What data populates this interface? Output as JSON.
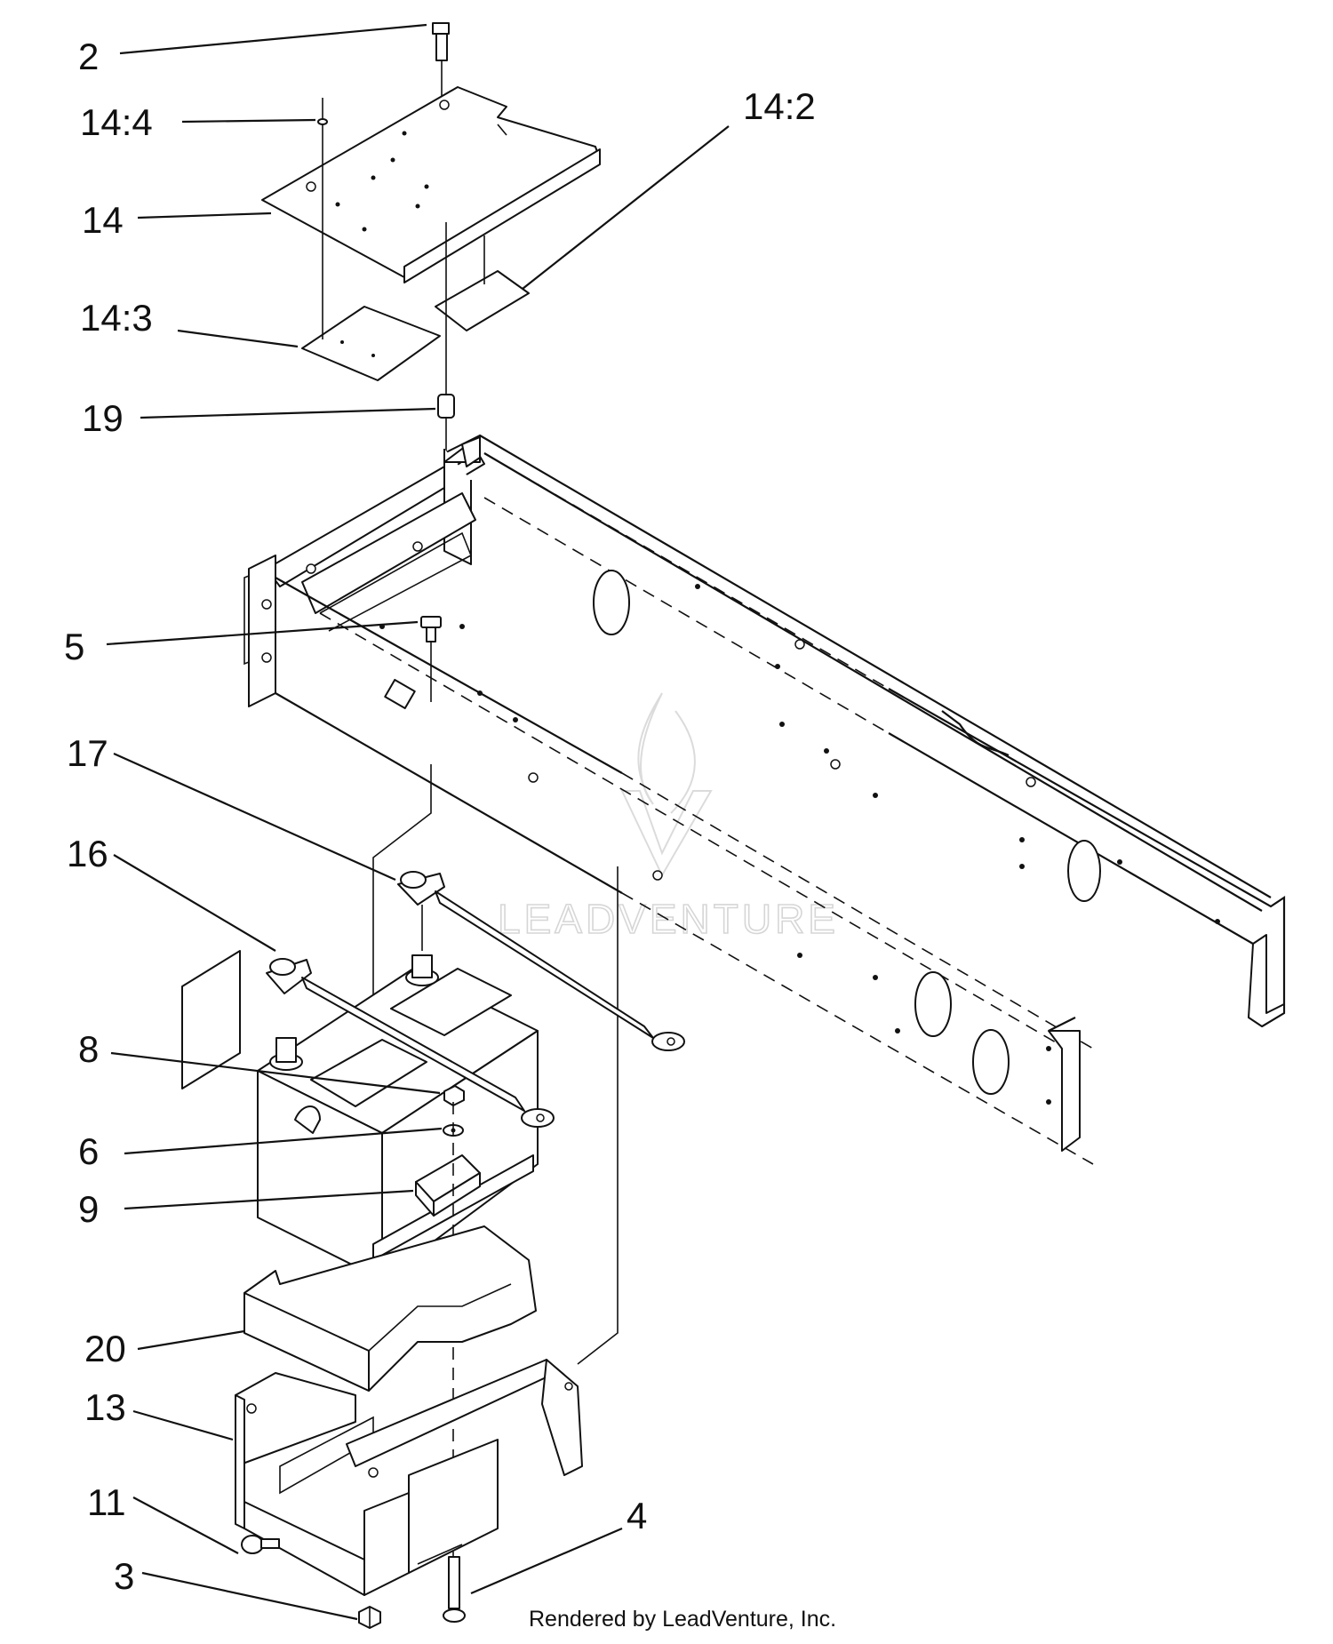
{
  "callouts": {
    "c2": "2",
    "c14_4": "14:4",
    "c14_2": "14:2",
    "c14": "14",
    "c14_3": "14:3",
    "c19": "19",
    "c5": "5",
    "c17": "17",
    "c16": "16",
    "c8": "8",
    "c6": "6",
    "c9": "9",
    "c20": "20",
    "c13": "13",
    "c11": "11",
    "c4": "4",
    "c3": "3"
  },
  "watermark": "LEADVENTURE",
  "credit": "Rendered by LeadVenture, Inc."
}
